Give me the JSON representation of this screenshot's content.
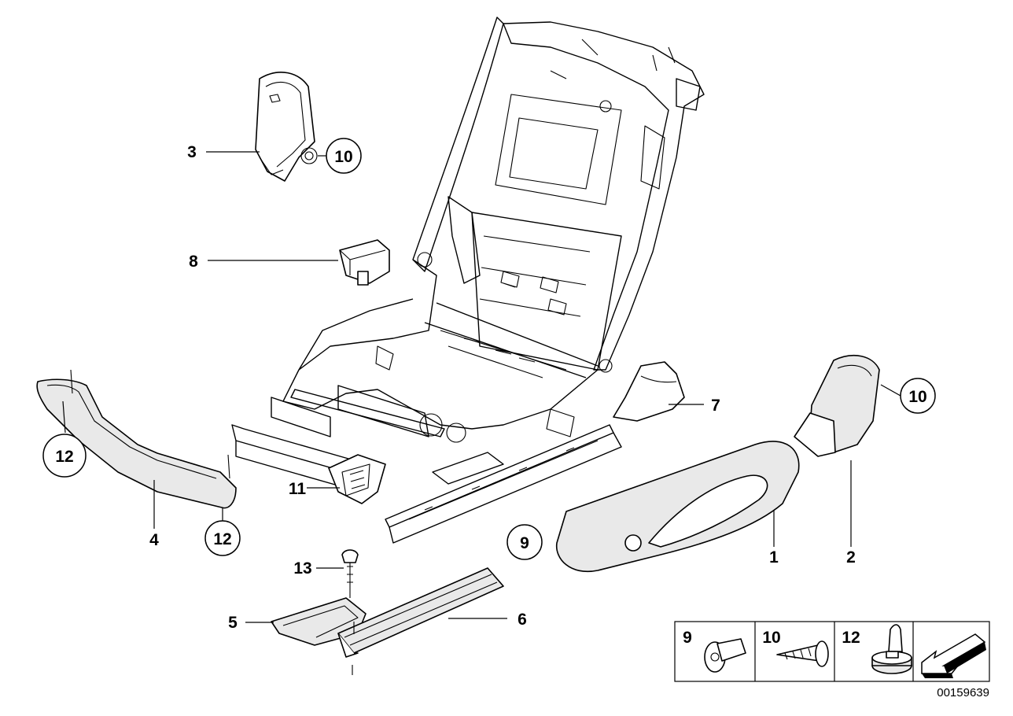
{
  "callouts": [
    {
      "id": "1",
      "label": "1"
    },
    {
      "id": "2",
      "label": "2"
    },
    {
      "id": "3",
      "label": "3"
    },
    {
      "id": "4",
      "label": "4"
    },
    {
      "id": "5",
      "label": "5"
    },
    {
      "id": "6",
      "label": "6"
    },
    {
      "id": "7",
      "label": "7"
    },
    {
      "id": "8",
      "label": "8"
    },
    {
      "id": "9",
      "label": "9"
    },
    {
      "id": "10a",
      "label": "10"
    },
    {
      "id": "10b",
      "label": "10"
    },
    {
      "id": "11",
      "label": "11"
    },
    {
      "id": "12a",
      "label": "12"
    },
    {
      "id": "12b",
      "label": "12"
    },
    {
      "id": "13",
      "label": "13"
    }
  ],
  "legend": {
    "cells": [
      {
        "label": "9",
        "icon": "bolt-icon"
      },
      {
        "label": "10",
        "icon": "screw-icon"
      },
      {
        "label": "12",
        "icon": "expanding-rivet-icon"
      }
    ],
    "arrow_icon": "direction-arrow-icon"
  },
  "diagram_code": "00159639"
}
